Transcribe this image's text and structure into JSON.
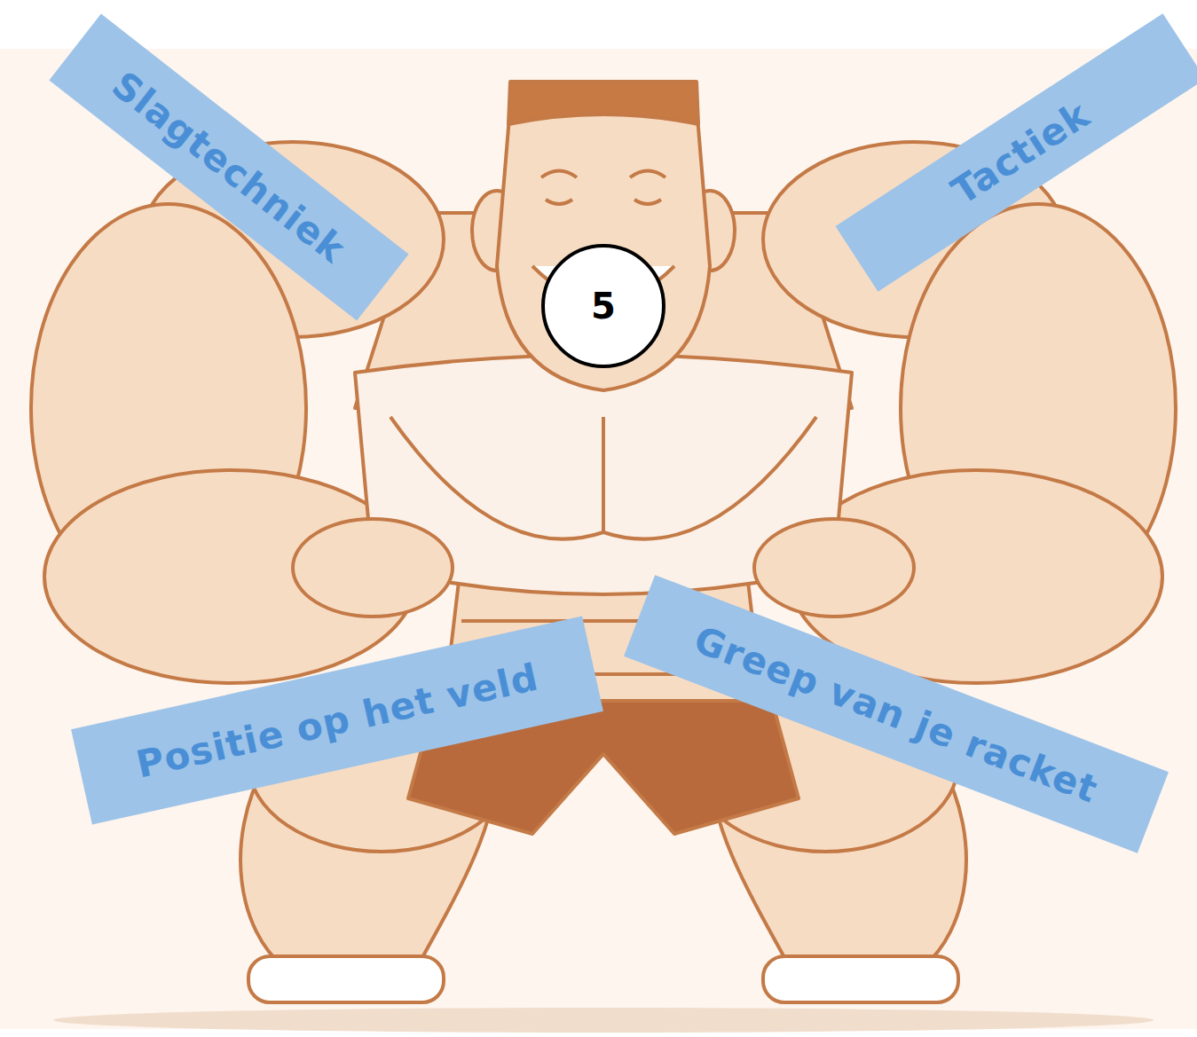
{
  "diagram": {
    "nodes": [
      {
        "text": [
          "Slagtechniek"
        ]
      },
      {
        "text": [
          "Tactiek"
        ]
      },
      {
        "text": [
          "5"
        ]
      },
      {
        "text": [
          "Positie op het veld"
        ]
      },
      {
        "text": [
          "Greep van je racket"
        ]
      }
    ],
    "edges": []
  }
}
